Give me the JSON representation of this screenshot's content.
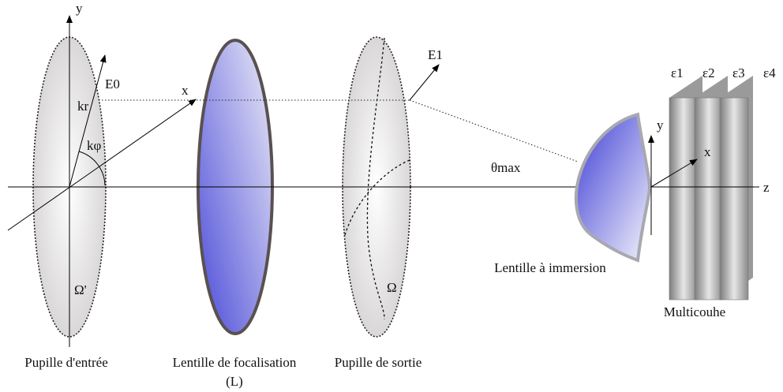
{
  "labels": {
    "y_left": "y",
    "x_left": "x",
    "e0": "E0",
    "kr": "kr",
    "kphi": "kφ",
    "omega_prime": "Ω'",
    "e1": "E1",
    "omega": "Ω",
    "theta_max": "θmax",
    "y_right": "y",
    "x_right": "x",
    "z": "z",
    "eps1": "ε1",
    "eps2": "ε2",
    "eps3": "ε3",
    "eps4": "ε4"
  },
  "captions": {
    "entrance_pupil": "Pupille d'entrée",
    "focusing_lens_line1": "Lentille de focalisation",
    "focusing_lens_line2": "(L)",
    "exit_pupil": "Pupille de sortie",
    "immersion_lens": "Lentille à immersion",
    "multilayer": "Multicouhe"
  },
  "colors": {
    "lens_blue": "#5c5ce0",
    "pupil_grey": "#d8d6d6",
    "plate_grey": "#a9a9a9"
  }
}
